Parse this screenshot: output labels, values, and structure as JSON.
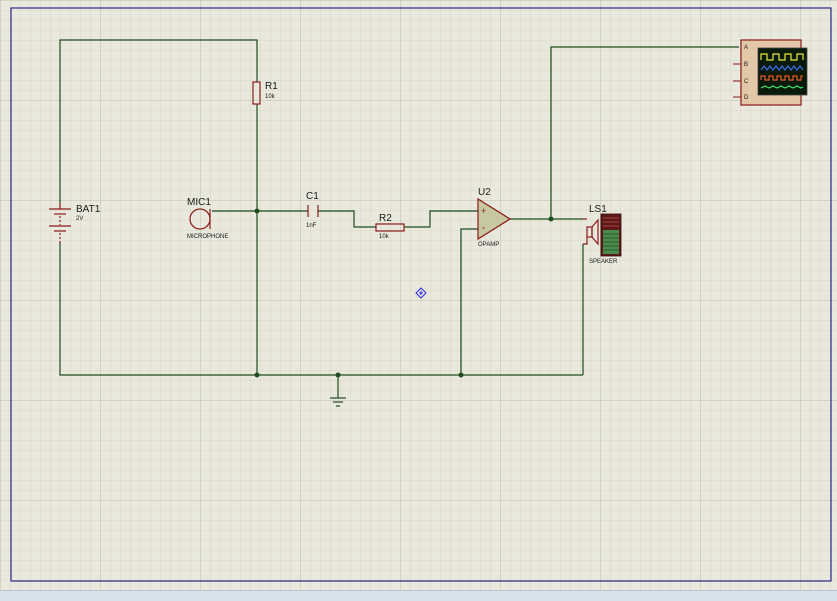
{
  "components": {
    "battery": {
      "ref": "BAT1",
      "value": "2V"
    },
    "resistor1": {
      "ref": "R1",
      "value": "10k"
    },
    "microphone": {
      "ref": "MIC1",
      "type": "MICROPHONE"
    },
    "capacitor": {
      "ref": "C1",
      "value": "1nF"
    },
    "resistor2": {
      "ref": "R2",
      "value": "10k"
    },
    "opamp": {
      "ref": "U2",
      "type": "OPAMP"
    },
    "speaker": {
      "ref": "LS1",
      "type": "SPEAKER"
    },
    "oscilloscope": {
      "channels": [
        "A",
        "B",
        "C",
        "D"
      ]
    }
  },
  "colors": {
    "background": "#e9e8dc",
    "wire": "#1e4d1e",
    "component": "#8b1a1a",
    "border": "#2a2a8a",
    "scope_screen": "#0a1a0a"
  }
}
